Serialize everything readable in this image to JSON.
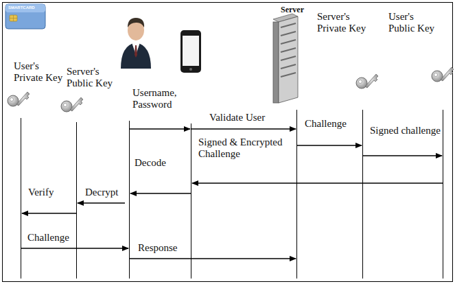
{
  "diagram": {
    "labels": [
      "SMARTCARD",
      "User's Private Key",
      "Server's Public Key",
      "Server",
      "Server's Private Key",
      "User's Public Key",
      "Username, Password",
      "Validate User",
      "Challenge",
      "Signed challenge",
      "Signed & Encrypted Challenge",
      "Decode",
      "Decrypt",
      "Verify",
      "Challenge",
      "Response"
    ]
  }
}
